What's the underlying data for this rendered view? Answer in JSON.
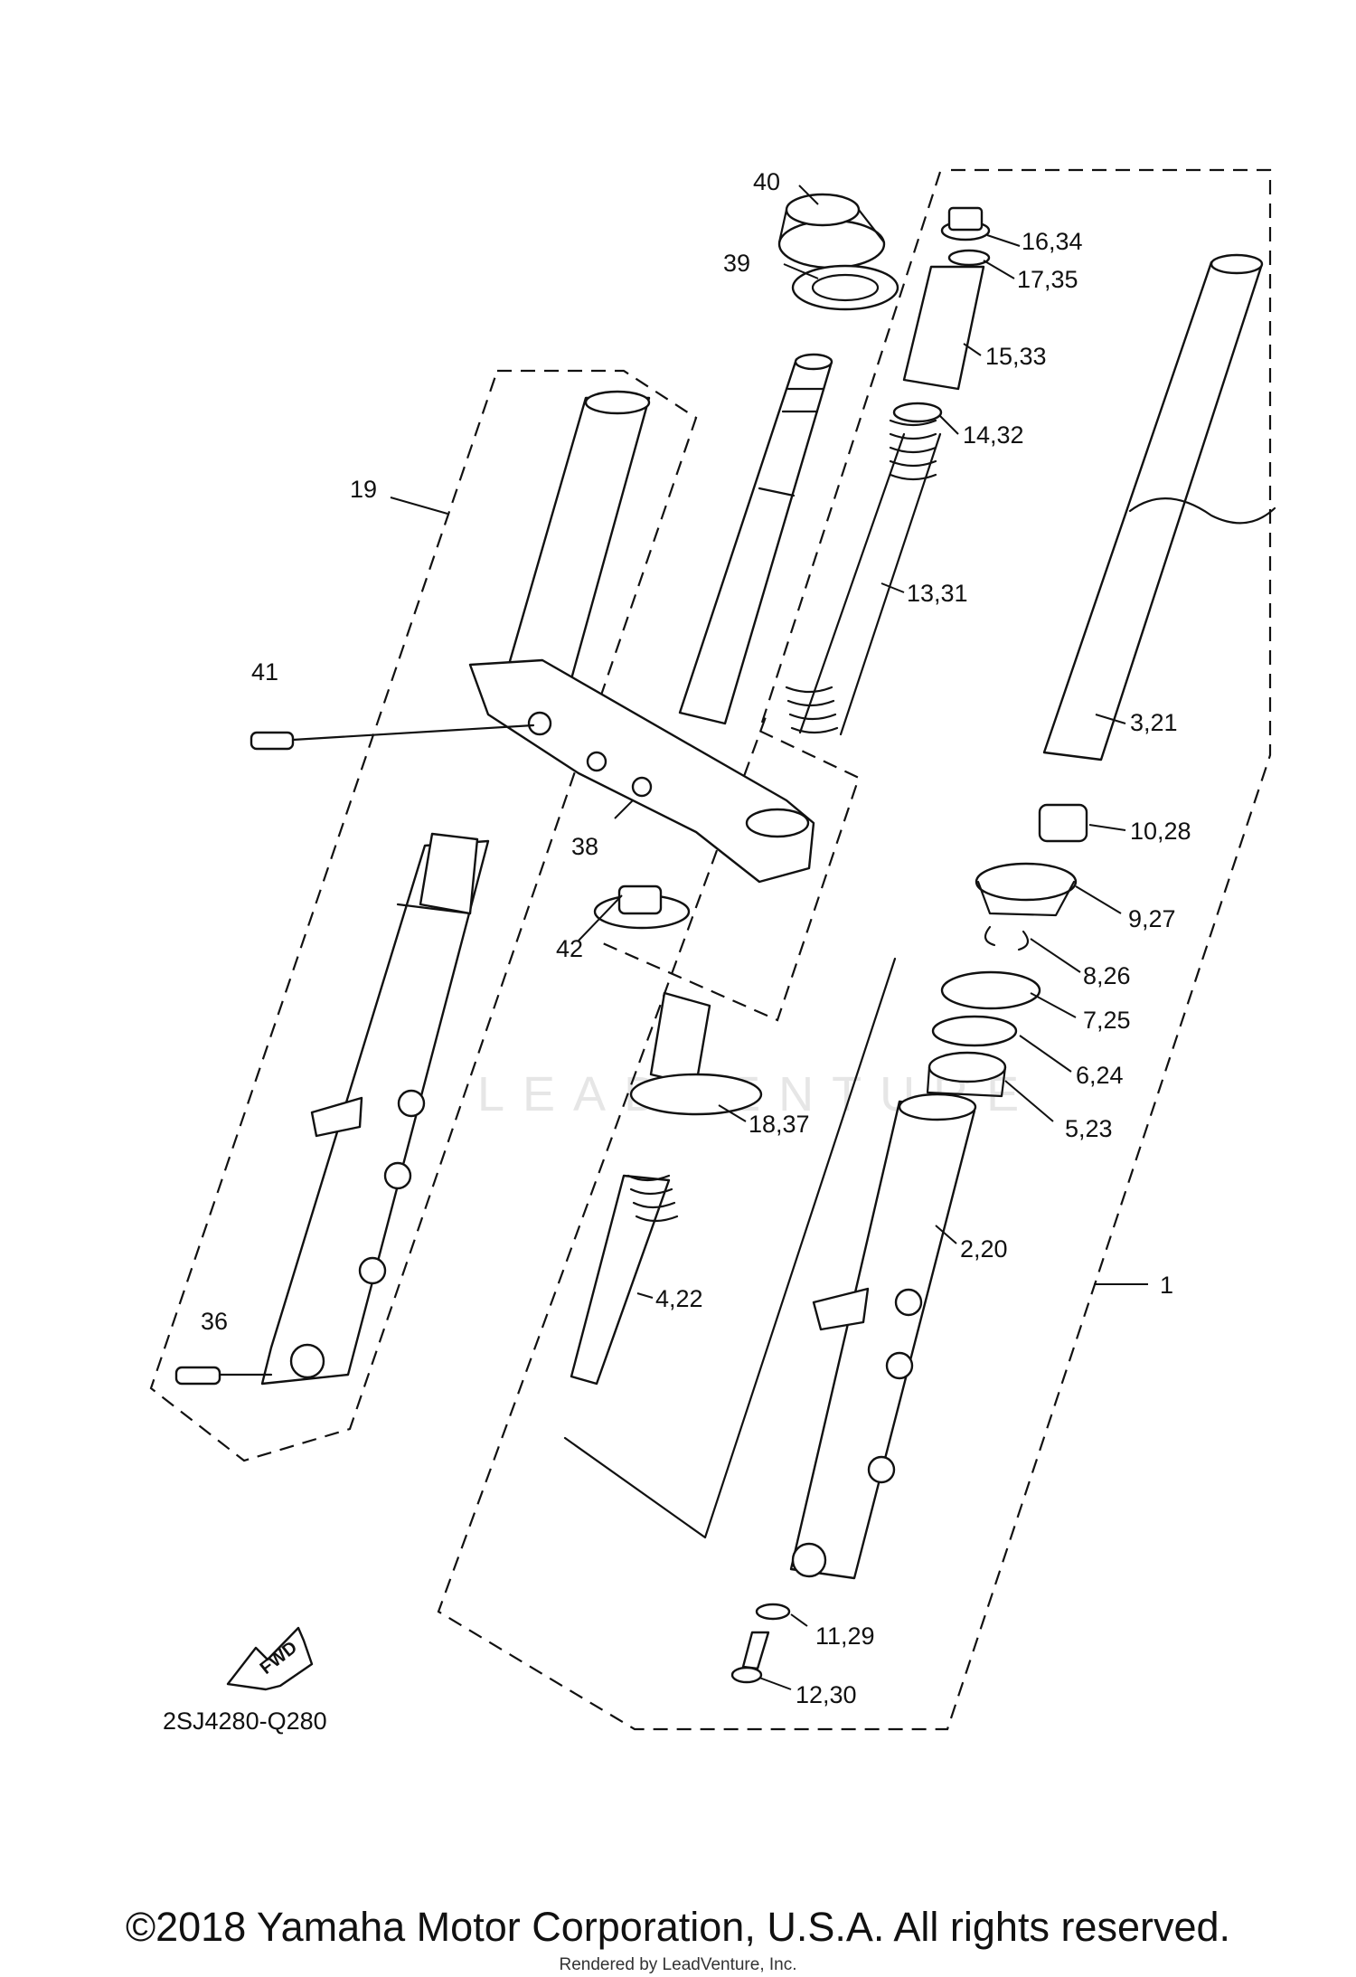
{
  "diagram_code": "2SJ4280-Q280",
  "watermark": "LEADVENTURE",
  "copyright": "©2018 Yamaha Motor Corporation, U.S.A. All rights reserved.",
  "rendered_by": "Rendered by LeadVenture, Inc.",
  "fwd_label": "FWD",
  "callouts": {
    "c40": "40",
    "c39": "39",
    "c16_34": "16,34",
    "c17_35": "17,35",
    "c15_33": "15,33",
    "c14_32": "14,32",
    "c13_31": "13,31",
    "c19": "19",
    "c41": "41",
    "c3_21": "3,21",
    "c10_28": "10,28",
    "c38": "38",
    "c9_27": "9,27",
    "c8_26": "8,26",
    "c42": "42",
    "c7_25": "7,25",
    "c6_24": "6,24",
    "c18_37": "18,37",
    "c5_23": "5,23",
    "c2_20": "2,20",
    "c4_22": "4,22",
    "c1": "1",
    "c36": "36",
    "c11_29": "11,29",
    "c12_30": "12,30"
  }
}
